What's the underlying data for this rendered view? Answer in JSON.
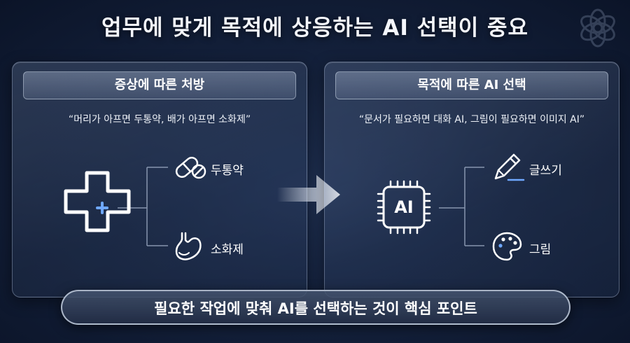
{
  "title": "업무에 맞게 목적에 상응하는 AI 선택이 중요",
  "left_panel": {
    "header": "증상에 따른 처방",
    "quote": "“머리가 아프면 두통약, 배가 아프면 소화제”",
    "items": [
      {
        "label": "두통약",
        "icon": "pill-icon"
      },
      {
        "label": "소화제",
        "icon": "stomach-icon"
      }
    ],
    "main_icon": "medical-cross-icon"
  },
  "right_panel": {
    "header": "목적에 따른 AI 선택",
    "quote": "“문서가 필요하면 대화 AI, 그림이 필요하면 이미지 AI”",
    "items": [
      {
        "label": "글쓰기",
        "icon": "pen-icon"
      },
      {
        "label": "그림",
        "icon": "palette-icon"
      }
    ],
    "main_icon": "ai-chip-icon",
    "chip_text": "AI"
  },
  "bottom_bar": "필요한 작업에 맞춰 AI를 선택하는 것이 핵심 포인트",
  "colors": {
    "background": "#14213c",
    "accent": "#6fa8ff",
    "text": "#ffffff"
  }
}
